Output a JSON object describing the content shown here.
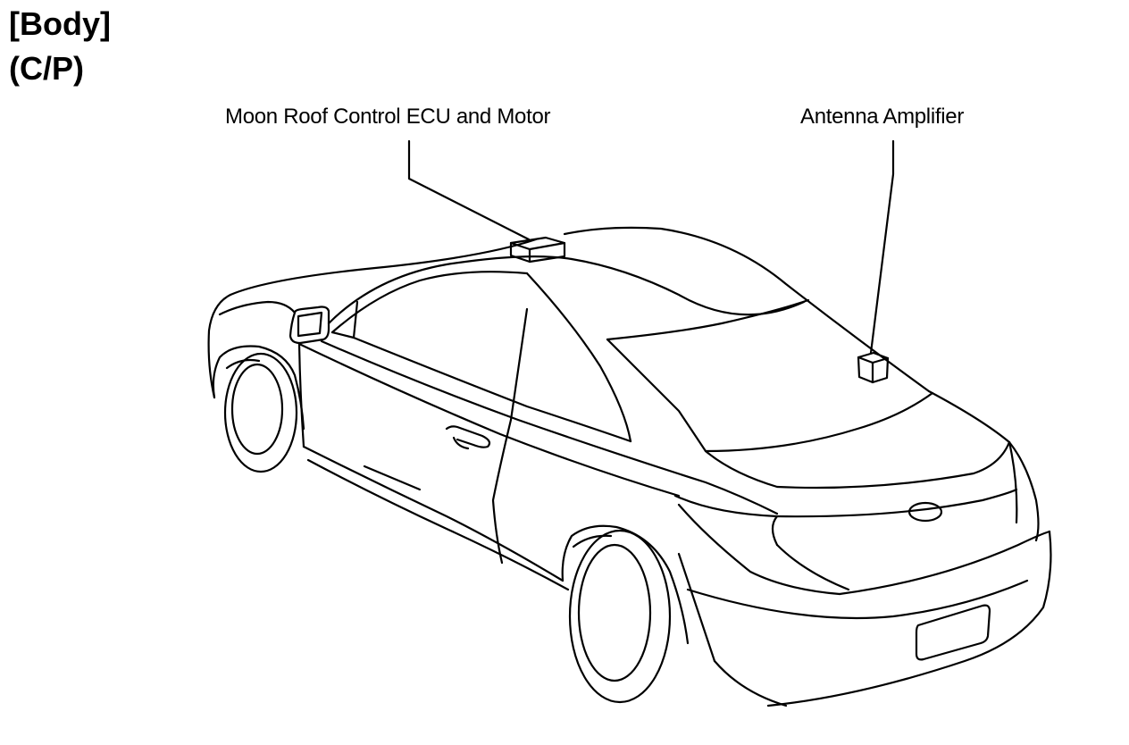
{
  "heading": {
    "line1": "[Body]",
    "line2": "(C/P)"
  },
  "callouts": {
    "moon_roof": "Moon Roof Control ECU and Motor",
    "antenna": "Antenna Amplifier"
  }
}
